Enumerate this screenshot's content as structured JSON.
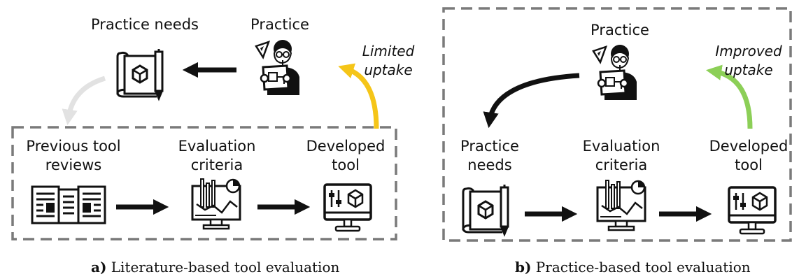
{
  "panel_a": {
    "practice_needs": "Practice needs",
    "practice": "Practice",
    "uptake_note": "Limited\nuptake",
    "previous_reviews": "Previous tool\nreviews",
    "evaluation_criteria": "Evaluation\ncriteria",
    "developed_tool": "Developed\ntool",
    "caption_letter": "a)",
    "caption_text": " Literature-based tool evaluation"
  },
  "panel_b": {
    "practice": "Practice",
    "uptake_note": "Improved\nuptake",
    "practice_needs": "Practice\nneeds",
    "evaluation_criteria": "Evaluation\ncriteria",
    "developed_tool": "Developed\ntool",
    "caption_letter": "b)",
    "caption_text": " Practice-based tool evaluation"
  },
  "colors": {
    "dashed_border": "#7a7a7a",
    "arrow_dark": "#111111",
    "arrow_gray": "#e2e2e2",
    "arrow_limited": "#f5c518",
    "arrow_improved": "#8ccf57"
  },
  "icons": [
    "blueprint-icon",
    "practitioner-icon",
    "documents-icon",
    "dashboard-icon",
    "monitor-tool-icon"
  ]
}
